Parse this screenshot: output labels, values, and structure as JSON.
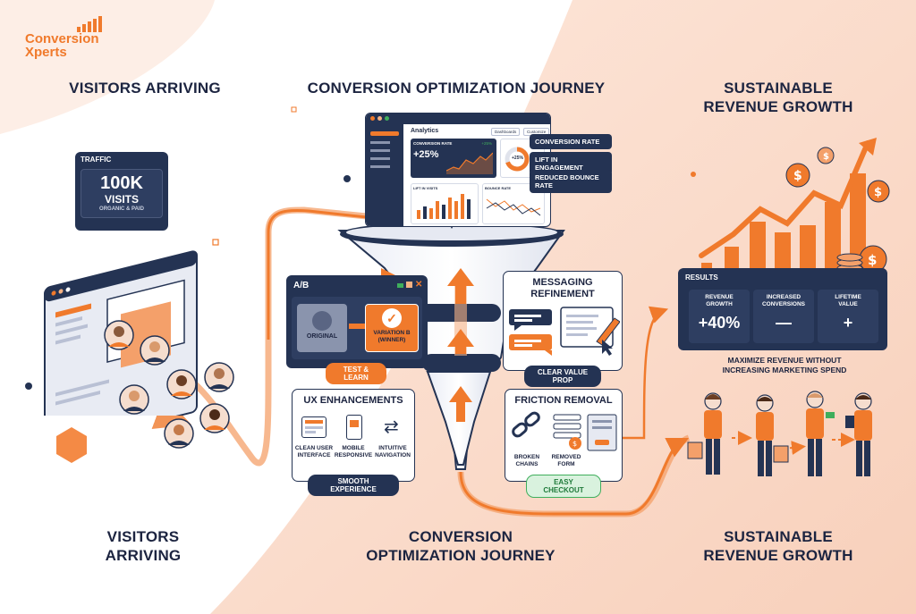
{
  "logo": {
    "line1": "Conversion",
    "line2": "Xperts"
  },
  "headings": {
    "top_left": "VISITORS ARRIVING",
    "top_center": "CONVERSION OPTIMIZATION JOURNEY",
    "top_right_1": "SUSTAINABLE",
    "top_right_2": "REVENUE GROWTH",
    "bottom_left_1": "VISITORS",
    "bottom_left_2": "ARRIVING",
    "bottom_center_1": "CONVERSION",
    "bottom_center_2": "OPTIMIZATION JOURNEY",
    "bottom_right_1": "SUSTAINABLE",
    "bottom_right_2": "REVENUE GROWTH"
  },
  "traffic": {
    "label": "TRAFFIC",
    "value": "100K",
    "unit": "VISITS",
    "sub": "ORGANIC & PAID"
  },
  "analytics": {
    "title": "Analytics",
    "dropdown1": "Dashboards",
    "dropdown2": "Customize",
    "conv_label": "CONVERSION RATE",
    "conv_value": "+25%",
    "conv_small": "+25%",
    "donut_value": "+25%",
    "lift_label": "LIFT IN VISITS",
    "bounce_label": "BOUNCE RATE"
  },
  "callouts": [
    "CONVERSION RATE",
    "LIFT IN ENGAGEMENT",
    "REDUCED BOUNCE RATE"
  ],
  "ab": {
    "title": "A/B",
    "original": "ORIGINAL",
    "variation_1": "VARIATION B",
    "variation_2": "(WINNER)",
    "tag": "TEST & LEARN"
  },
  "messaging": {
    "title_1": "MESSAGING",
    "title_2": "REFINEMENT",
    "tag": "CLEAR VALUE PROP"
  },
  "ux": {
    "title": "UX ENHANCEMENTS",
    "items": [
      {
        "l1": "CLEAN USER",
        "l2": "INTERFACE",
        "icon": "layout-icon"
      },
      {
        "l1": "MOBILE",
        "l2": "RESPONSIVE",
        "icon": "phone-icon"
      },
      {
        "l1": "INTUITIVE",
        "l2": "NAVIGATION",
        "icon": "signpost-icon"
      }
    ],
    "tag": "SMOOTH EXPERIENCE"
  },
  "friction": {
    "title": "FRICTION REMOVAL",
    "items": [
      {
        "l1": "BROKEN",
        "l2": "CHAINS",
        "icon": "broken-chain-icon"
      },
      {
        "l1": "REMOVED",
        "l2": "FORM",
        "icon": "form-icon"
      }
    ],
    "tag": "EASY CHECKOUT"
  },
  "results": {
    "title": "RESULTS",
    "metrics": [
      {
        "l1": "REVENUE",
        "l2": "GROWTH",
        "value": "+40%"
      },
      {
        "l1": "INCREASED",
        "l2": "CONVERSIONS",
        "value": "—"
      },
      {
        "l1": "LIFETIME",
        "l2": "VALUE",
        "value": "+"
      }
    ]
  },
  "maximize": {
    "line1": "MAXIMIZE REVENUE WITHOUT",
    "line2": "INCREASING MARKETING SPEND"
  },
  "colors": {
    "orange": "#f07a2c",
    "navy": "#243353",
    "peach": "#fbe1d3",
    "green": "#3fae5c"
  },
  "icons": [
    "dollar-coin-icon",
    "shopping-bag-icon",
    "checkmark-icon",
    "chat-bubble-icon",
    "cursor-icon",
    "pencil-icon",
    "up-arrow-icon"
  ]
}
